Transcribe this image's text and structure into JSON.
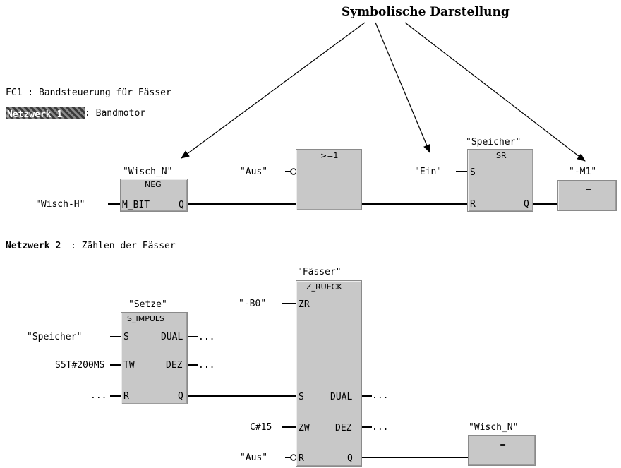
{
  "title": "Symbolische Darstellung",
  "block_header": "FC1 : Bandsteuerung für Fässer",
  "network1": {
    "number_label": "Netzwerk 1",
    "comment": ": Bandmotor",
    "neg": {
      "symbol": "\"Wisch_N\"",
      "type": "NEG",
      "pin_in": "M_BIT",
      "pin_out": "Q",
      "input_value": "\"Wisch-H\""
    },
    "or_gate": {
      "type": ">=1",
      "negated_input": "\"Aus\""
    },
    "sr": {
      "symbol": "\"Speicher\"",
      "type": "SR",
      "pin_s": "S",
      "pin_r": "R",
      "pin_q": "Q",
      "s_value": "\"Ein\""
    },
    "coil": {
      "symbol": "\"-M1\"",
      "type": "="
    }
  },
  "network2": {
    "number_label": "Netzwerk 2",
    "comment": ": Zählen der Fässer",
    "impuls": {
      "symbol": "\"Setze\"",
      "type": "S_IMPULS",
      "pin_s": "S",
      "pin_tw": "TW",
      "pin_r": "R",
      "pin_dual": "DUAL",
      "pin_dez": "DEZ",
      "pin_q": "Q",
      "s_value": "\"Speicher\"",
      "tw_value": "S5T#200MS",
      "r_value": "...",
      "dual_value": "...",
      "dez_value": "..."
    },
    "counter": {
      "symbol": "\"Fässer\"",
      "type": "Z_RUECK",
      "pin_zr": "ZR",
      "pin_s": "S",
      "pin_zw": "ZW",
      "pin_r": "R",
      "pin_dual": "DUAL",
      "pin_dez": "DEZ",
      "pin_q": "Q",
      "zr_value": "\"-B0\"",
      "zw_value": "C#15",
      "r_value": "\"Aus\"",
      "dual_value": "...",
      "dez_value": "..."
    },
    "coil": {
      "symbol": "\"Wisch_N\"",
      "type": "="
    }
  }
}
